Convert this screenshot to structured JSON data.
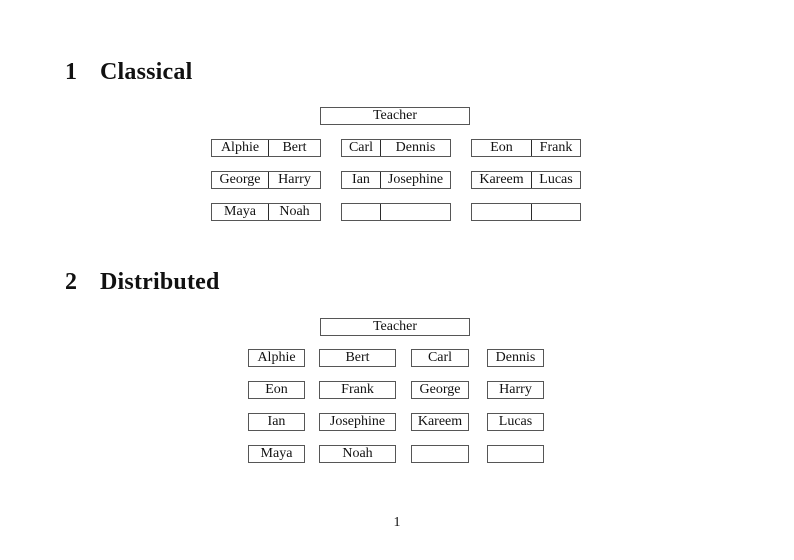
{
  "sections": [
    {
      "number": "1",
      "title": "Classical",
      "teacher_label": "Teacher",
      "rows": [
        [
          [
            "Alphie",
            "Bert"
          ],
          [
            "Carl",
            "Dennis"
          ],
          [
            "Eon",
            "Frank"
          ]
        ],
        [
          [
            "George",
            "Harry"
          ],
          [
            "Ian",
            "Josephine"
          ],
          [
            "Kareem",
            "Lucas"
          ]
        ],
        [
          [
            "Maya",
            "Noah"
          ],
          [
            "",
            ""
          ],
          [
            "",
            ""
          ]
        ]
      ]
    },
    {
      "number": "2",
      "title": "Distributed",
      "teacher_label": "Teacher",
      "rows": [
        [
          "Alphie",
          "Bert",
          "Carl",
          "Dennis"
        ],
        [
          "Eon",
          "Frank",
          "George",
          "Harry"
        ],
        [
          "Ian",
          "Josephine",
          "Kareem",
          "Lucas"
        ],
        [
          "Maya",
          "Noah",
          "",
          ""
        ]
      ]
    }
  ],
  "page": {
    "number": "1"
  },
  "colors": {
    "background": "#ffffff",
    "box_border": "#565656",
    "desk_divider": "#2b2b2b",
    "text": "#111111"
  }
}
